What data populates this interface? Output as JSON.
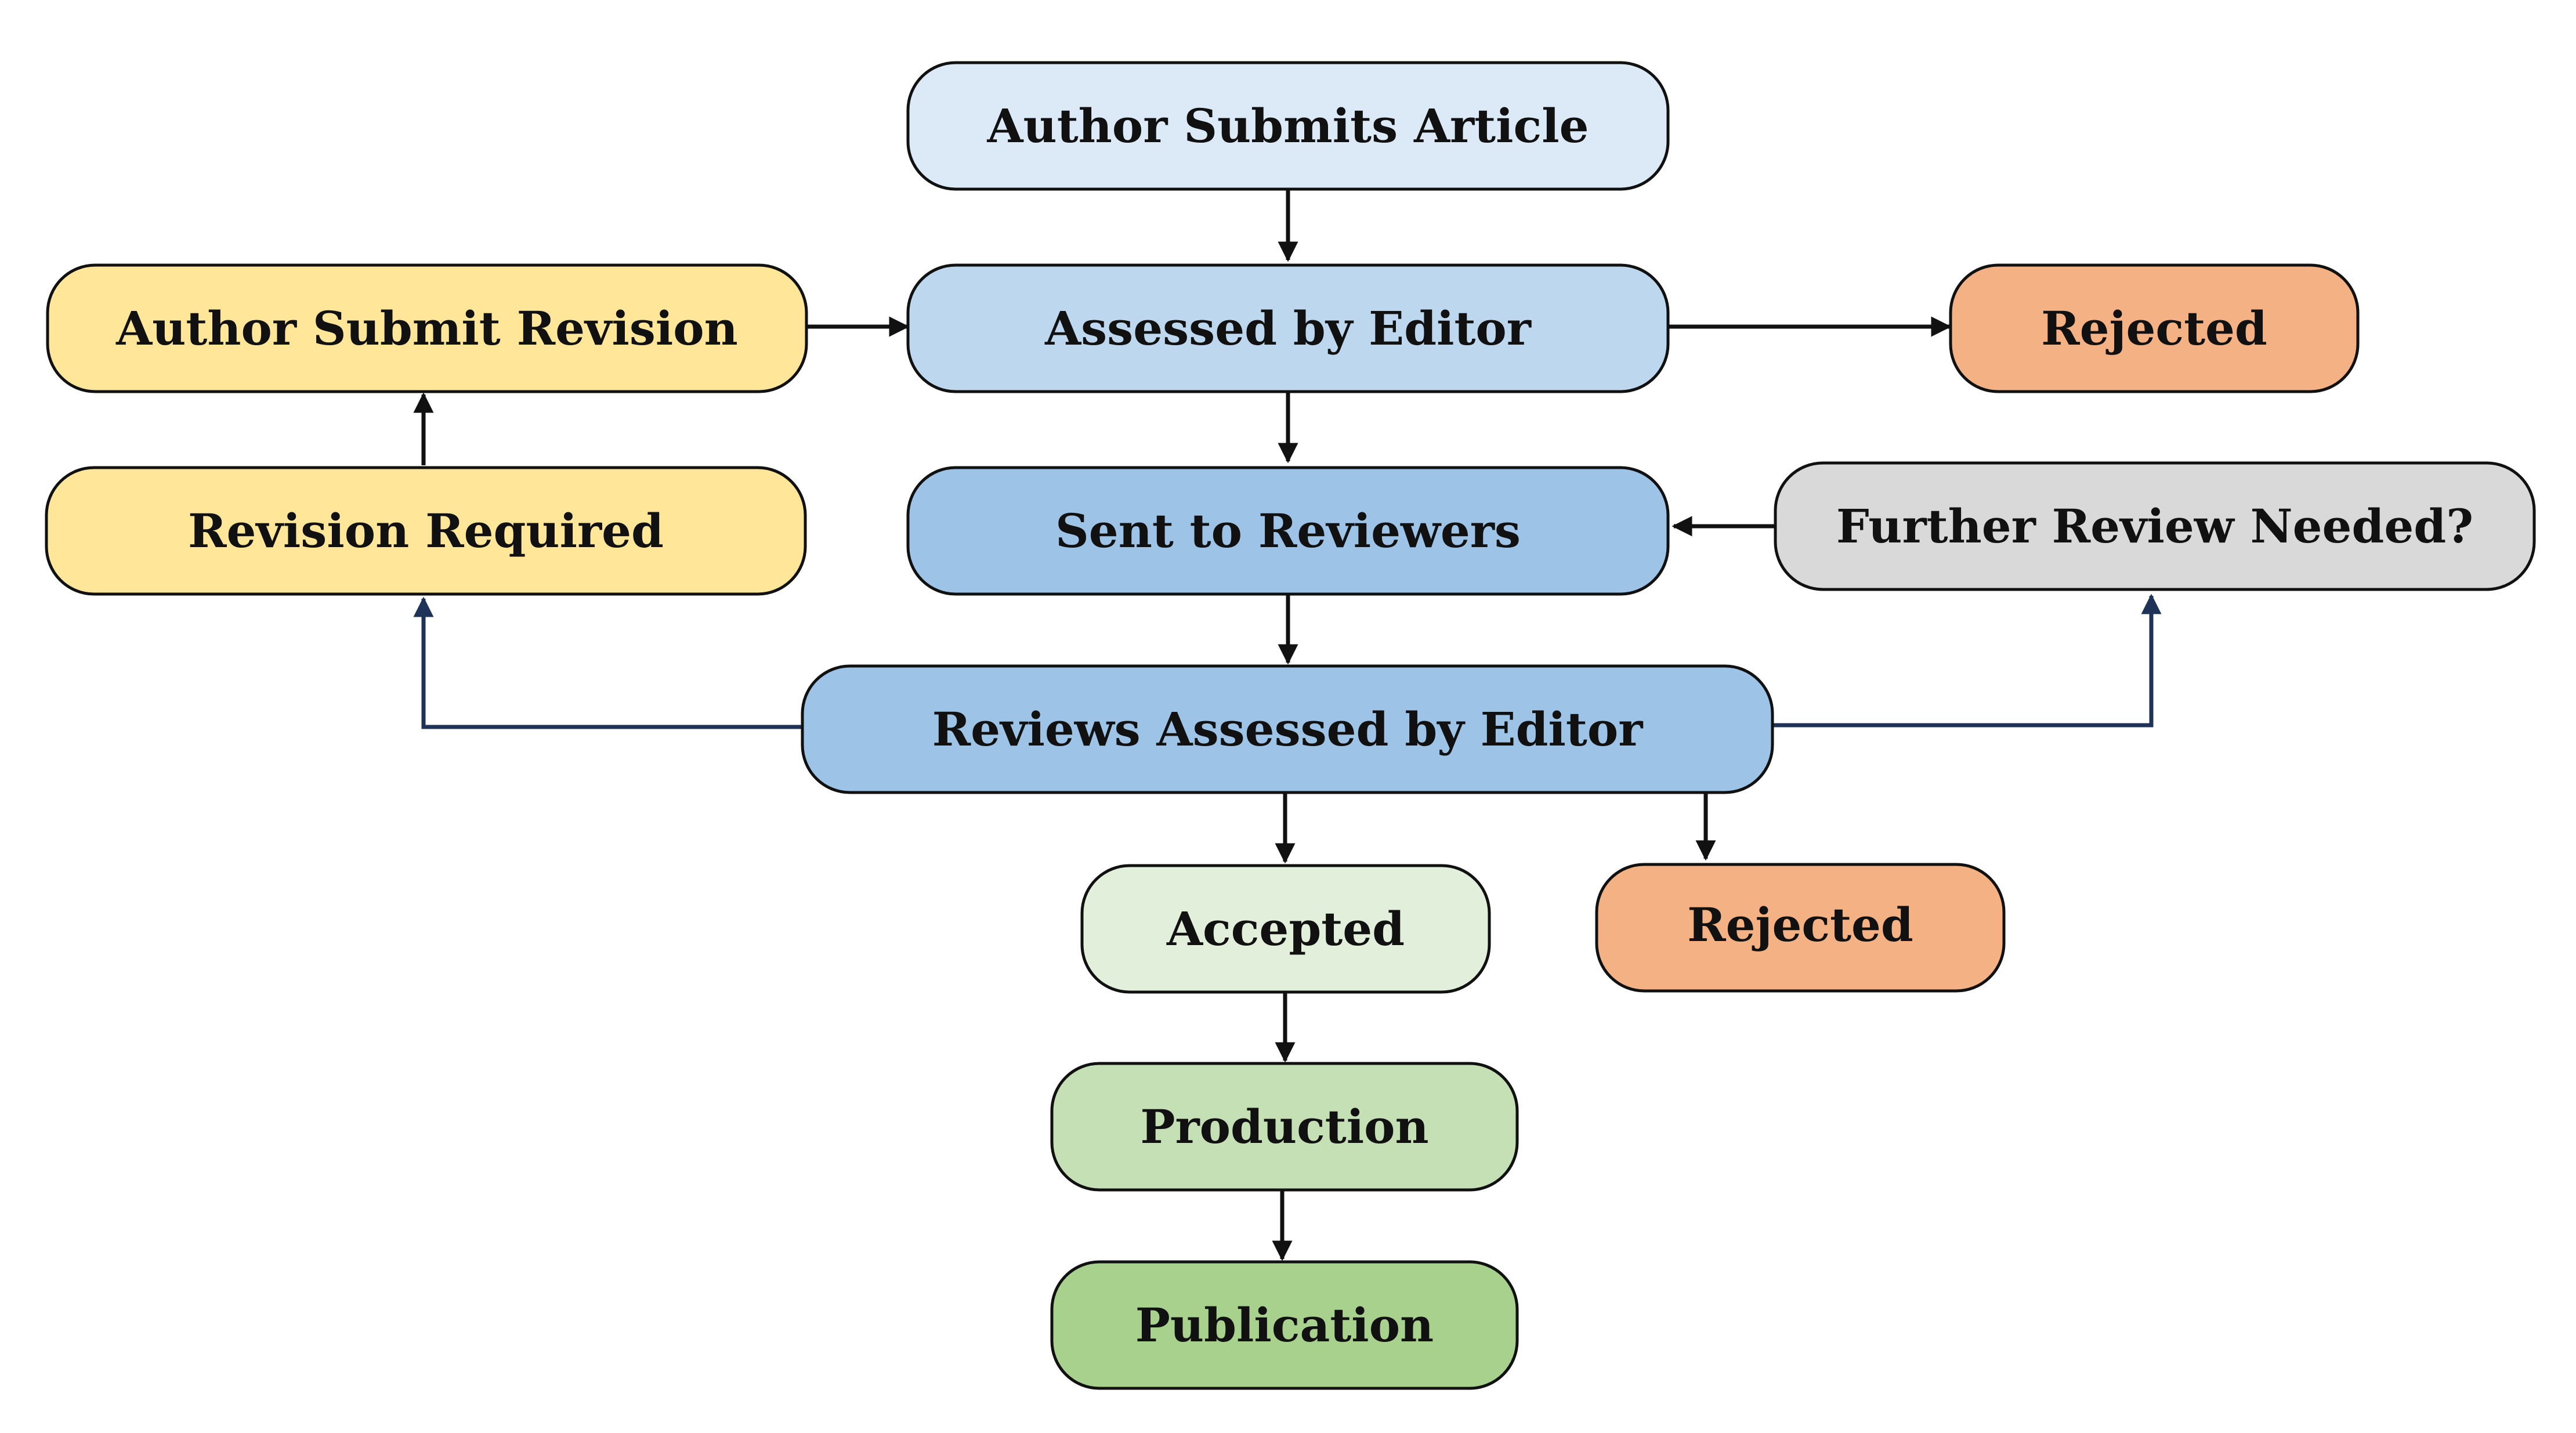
{
  "colors": {
    "submission": "#dce9f6",
    "editor": "#bdd7ee",
    "review": "#9dc3e6",
    "revision": "#ffe699",
    "rejected": "#f4b183",
    "further_review": "#d9d9d9",
    "accepted": "#e2efda",
    "production": "#c5e0b4",
    "publication": "#a9d18e",
    "arrow_black": "#111111",
    "arrow_navy": "#1f3358"
  },
  "nodes": {
    "author_submits": "Author Submits Article",
    "author_revision": "Author Submit Revision",
    "assessed_editor": "Assessed by Editor",
    "rejected_top": "Rejected",
    "revision_required": "Revision Required",
    "sent_reviewers": "Sent to Reviewers",
    "further_review": "Further Review Needed?",
    "reviews_assessed": "Reviews Assessed by Editor",
    "accepted": "Accepted",
    "rejected_bottom": "Rejected",
    "production": "Production",
    "publication": "Publication"
  }
}
